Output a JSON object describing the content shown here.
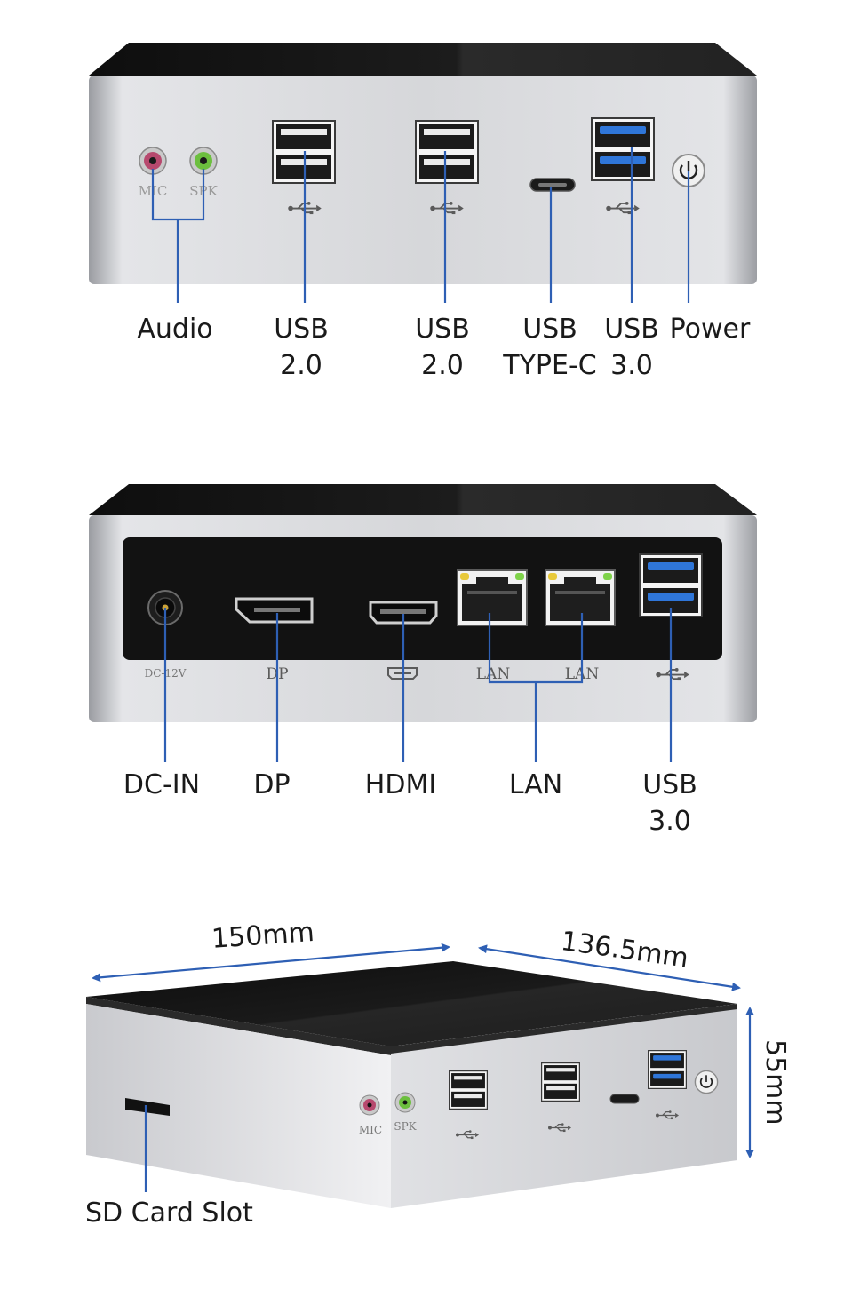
{
  "front_view": {
    "port_marks": {
      "mic": "MIC",
      "spk": "SPK"
    },
    "labels": [
      {
        "id": "audio",
        "lines": [
          "Audio"
        ]
      },
      {
        "id": "usb20_a",
        "lines": [
          "USB",
          "2.0"
        ]
      },
      {
        "id": "usb20_b",
        "lines": [
          "USB",
          "2.0"
        ]
      },
      {
        "id": "usbc",
        "lines": [
          "USB",
          "TYPE-C"
        ]
      },
      {
        "id": "usb30",
        "lines": [
          "USB",
          "3.0"
        ]
      },
      {
        "id": "power",
        "lines": [
          "Power"
        ]
      }
    ]
  },
  "rear_view": {
    "port_marks": {
      "dc": "DC-12V",
      "dp": "DP",
      "lan1": "LAN",
      "lan2": "LAN"
    },
    "labels": [
      {
        "id": "dcin",
        "lines": [
          "DC-IN"
        ]
      },
      {
        "id": "dp",
        "lines": [
          "DP"
        ]
      },
      {
        "id": "hdmi",
        "lines": [
          "HDMI"
        ]
      },
      {
        "id": "lan",
        "lines": [
          "LAN"
        ]
      },
      {
        "id": "usb30",
        "lines": [
          "USB",
          "3.0"
        ]
      }
    ]
  },
  "dimension_view": {
    "width": "150mm",
    "depth": "136.5mm",
    "height": "55mm",
    "sd_label": "SD Card Slot",
    "port_marks": {
      "mic": "MIC",
      "spk": "SPK"
    }
  },
  "colors": {
    "callout": "#2e5fb4",
    "body_silver": "#d9d9dc",
    "top_black": "#141414",
    "panel_black": "#111111",
    "usb3_blue": "#2f76d9",
    "led_green": "#7fd34a",
    "led_yellow": "#e8c93a"
  },
  "icons": [
    "usb-trident-icon",
    "power-icon",
    "hdmi-icon"
  ]
}
